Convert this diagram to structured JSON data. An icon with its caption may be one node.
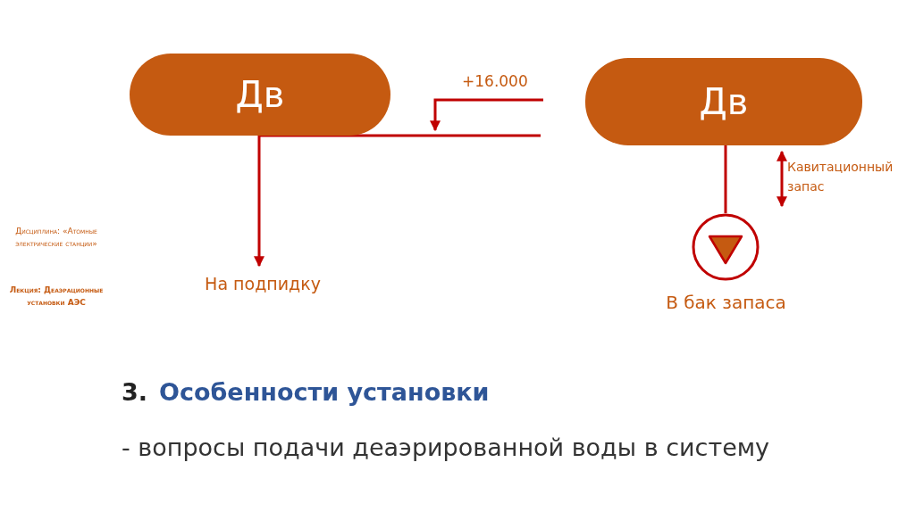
{
  "diagram": {
    "nodes": [
      {
        "text": [
          "Дв"
        ]
      },
      {
        "text": [
          "На подпидку"
        ]
      },
      {
        "text": [
          "Дв"
        ]
      },
      {
        "text": [],
        "shape": "circle"
      },
      {
        "text": [
          "В бак запаса"
        ]
      }
    ],
    "edges": [
      {
        "from": 0,
        "to": 1,
        "arrow": "to"
      },
      {
        "from": null,
        "to": 0,
        "arrow": "none"
      },
      {
        "from": 2,
        "to": 3,
        "arrow": "none"
      }
    ],
    "labels": [
      "+16.000",
      "Кавитационный запас",
      "Дисциплина: «Атомные электрические станции»",
      "Лекция: Деаэрационные установки АЭС",
      "3.",
      "Особенности установки",
      "- вопросы подачи деаэрированной воды в систему"
    ]
  }
}
